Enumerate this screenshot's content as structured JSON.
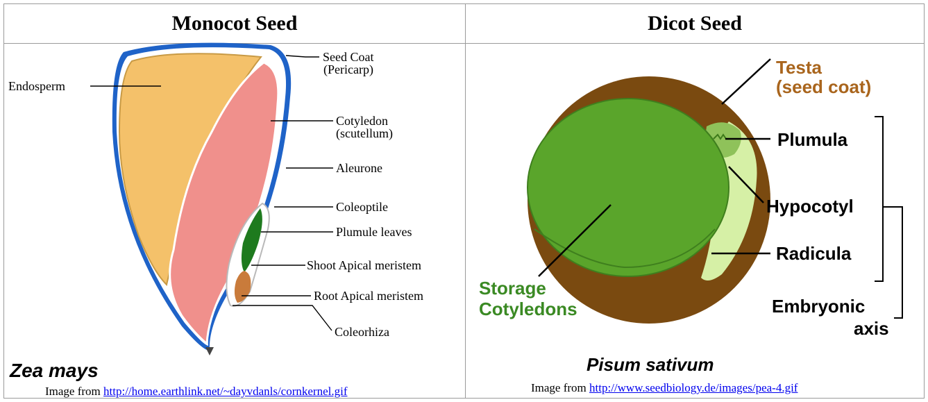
{
  "monocot": {
    "heading": "Monocot Seed",
    "labels": {
      "endosperm": "Endosperm",
      "seed_coat_1": "Seed Coat",
      "seed_coat_2": "(Pericarp)",
      "cotyledon_1": "Cotyledon",
      "cotyledon_2": "(scutellum)",
      "aleurone": "Aleurone",
      "coleoptile": "Coleoptile",
      "plumule_leaves": "Plumule leaves",
      "shoot_apical": "Shoot Apical meristem",
      "root_apical": "Root Apical meristem",
      "coleorhiza": "Coleorhiza"
    },
    "species": "Zea mays",
    "credit_prefix": "Image from ",
    "credit_link": "http://home.earthlink.net/~dayvdanls/cornkernel.gif"
  },
  "dicot": {
    "heading": "Dicot Seed",
    "labels": {
      "testa_1": "Testa",
      "testa_2": "(seed coat)",
      "plumula": "Plumula",
      "hypocotyl": "Hypocotyl",
      "radicula": "Radicula",
      "storage_1": "Storage",
      "storage_2": "Cotyledons",
      "embryonic_1": "Embryonic",
      "embryonic_2": "axis"
    },
    "species": "Pisum sativum",
    "credit_prefix": "Image from ",
    "credit_link": "http://www.seedbiology.de/images/pea-4.gif"
  },
  "colors": {
    "endosperm": "#f4c16a",
    "cotyledon": "#f0908c",
    "seed_coat_blue": "#1f63c8",
    "embryo_green": "#1e7a1e",
    "root_brown": "#c97b3b",
    "testa_brown": "#7a4a10",
    "testa_label": "#a9651d",
    "pea_green": "#5aa52b",
    "axis_green": "#d6f0a6",
    "storage_label": "#3b8a24"
  }
}
